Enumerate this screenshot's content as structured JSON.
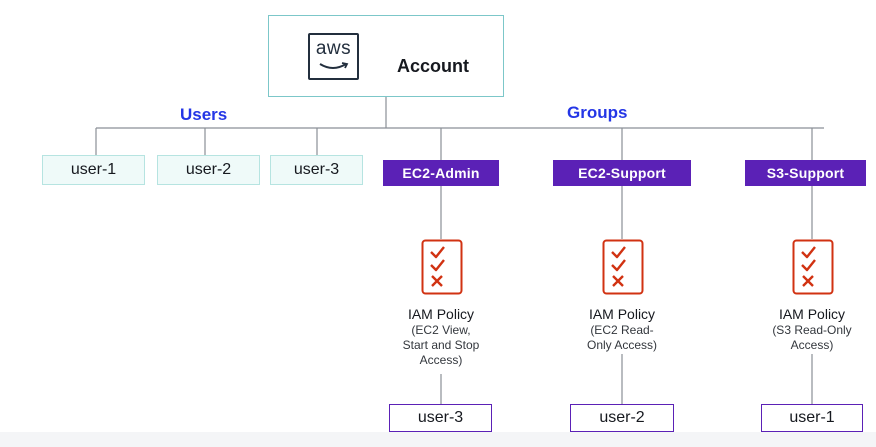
{
  "account": {
    "logo_text": "aws",
    "label": "Account"
  },
  "sections": {
    "users_label": "Users",
    "groups_label": "Groups"
  },
  "users": [
    {
      "name": "user-1"
    },
    {
      "name": "user-2"
    },
    {
      "name": "user-3"
    }
  ],
  "groups": [
    {
      "name": "EC2-Admin",
      "policy_title": "IAM Policy",
      "policy_desc": "(EC2 View,\nStart and Stop\nAccess)",
      "member": "user-3"
    },
    {
      "name": "EC2-Support",
      "policy_title": "IAM Policy",
      "policy_desc": "(EC2 Read-\nOnly Access)",
      "member": "user-2"
    },
    {
      "name": "S3-Support",
      "policy_title": "IAM Policy",
      "policy_desc": "(S3 Read-Only\nAccess)",
      "member": "user-1"
    }
  ],
  "colors": {
    "group_fill": "#5b21b6",
    "section_label": "#2436e6",
    "icon_red": "#d13212",
    "connector": "#8a8f96"
  }
}
